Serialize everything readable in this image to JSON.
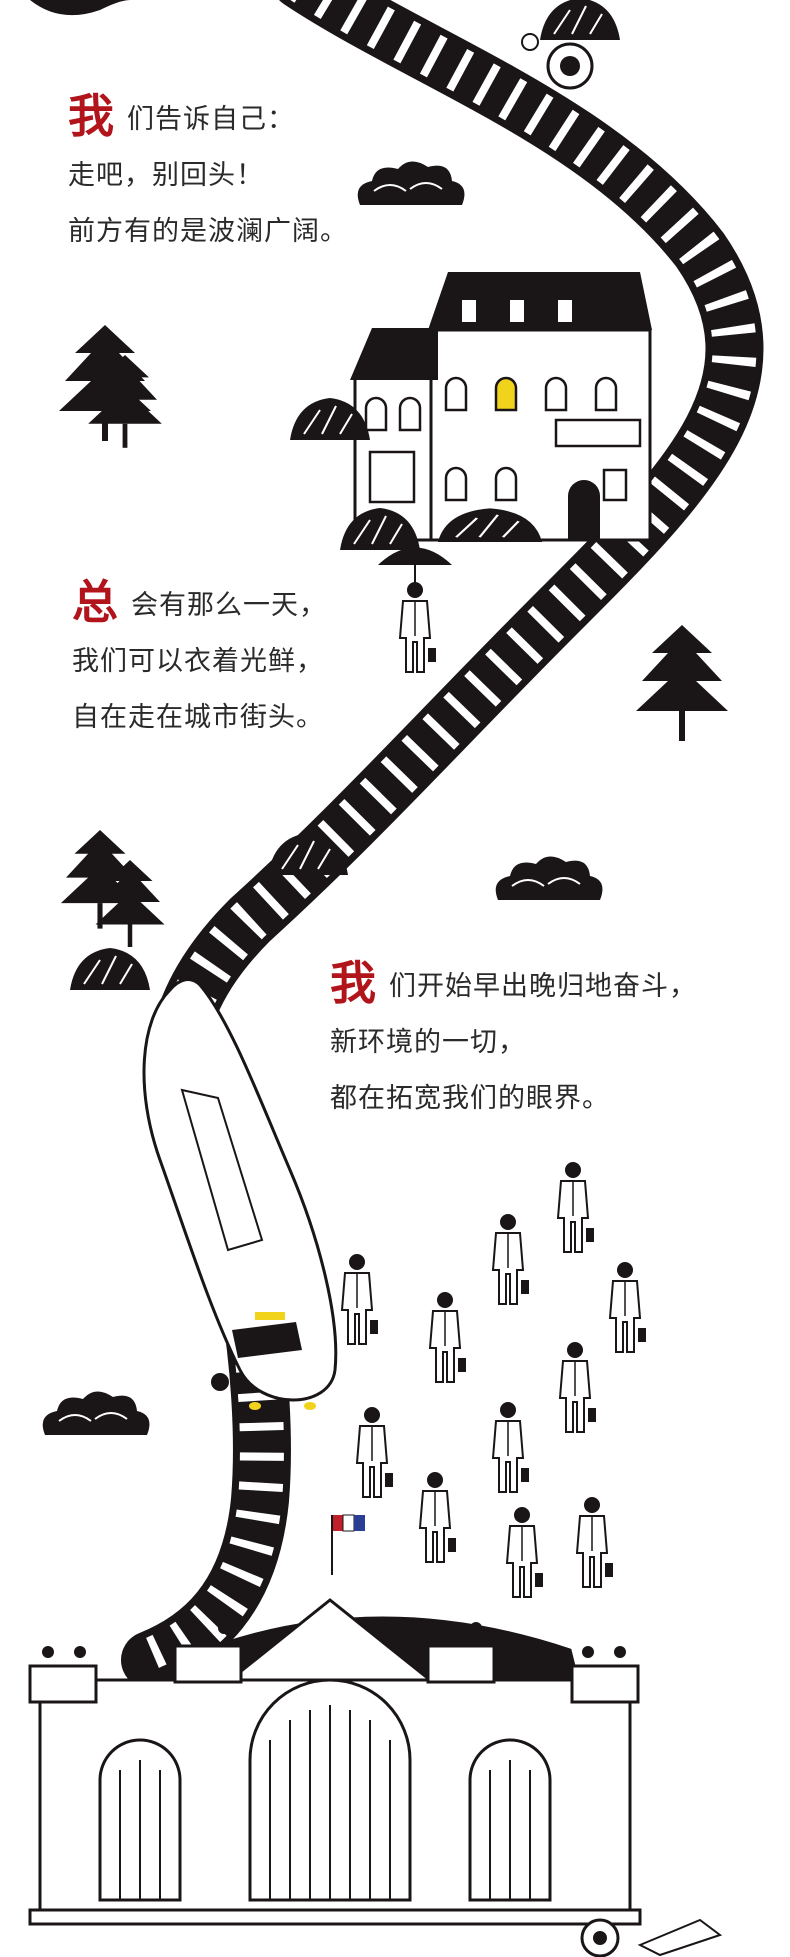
{
  "paragraphs": [
    {
      "lead": "我",
      "rest": "们告诉自己：",
      "lines": [
        "走吧，别回头！",
        "前方有的是波澜广阔。"
      ]
    },
    {
      "lead": "总",
      "rest": "会有那么一天，",
      "lines": [
        "我们可以衣着光鲜，",
        "自在走在城市街头。"
      ]
    },
    {
      "lead": "我",
      "rest": "们开始早出晚归地奋斗，",
      "lines": [
        "新环境的一切，",
        "都在拓宽我们的眼界。"
      ]
    }
  ],
  "colors": {
    "accent": "#b2141b",
    "ink": "#1a1516",
    "window_light": "#f2d31b",
    "flag_blue": "#2a3f94",
    "flag_red": "#c0202a"
  },
  "icons": [
    "railway-track",
    "train",
    "house",
    "pine-tree",
    "cloud",
    "bush",
    "commuter-figure",
    "umbrella-figure",
    "station-building",
    "tire-icon",
    "flag"
  ]
}
